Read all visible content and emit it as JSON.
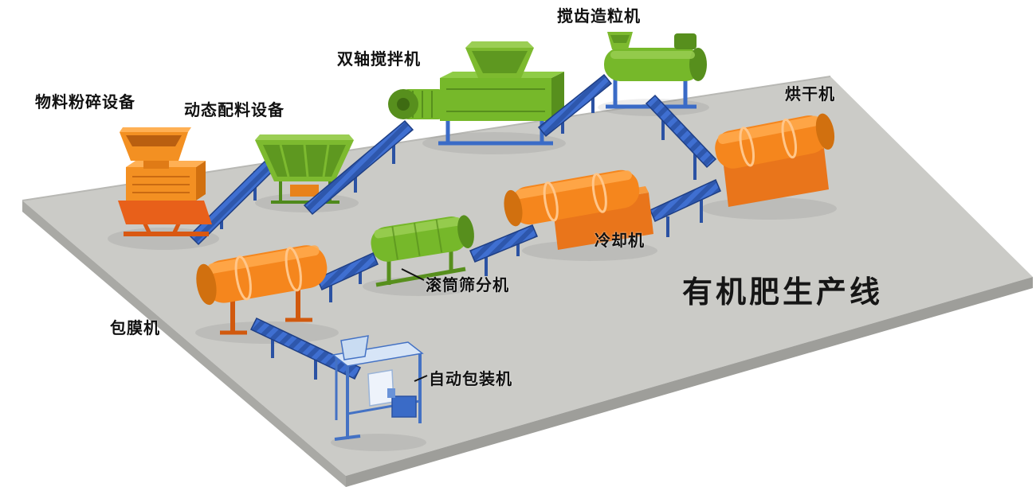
{
  "title": "有机肥生产线",
  "labels": {
    "crusher": "物料粉碎设备",
    "batching": "动态配料设备",
    "mixer": "双轴搅拌机",
    "granulator": "搅齿造粒机",
    "dryer": "烘干机",
    "cooler": "冷却机",
    "screener": "滚筒筛分机",
    "coater": "包膜机",
    "packer": "自动包装机"
  },
  "colors": {
    "platform_top": "#CBCBC7",
    "platform_edge_left": "#A9A9A5",
    "platform_edge_right": "#9E9E9A",
    "machine_orange": "#F5861D",
    "machine_orange_dark": "#D1700F",
    "machine_orange_base": "#E9751B",
    "machine_green": "#76B82A",
    "machine_green_dark": "#578F1D",
    "conveyor_blue": "#3A6BC7",
    "conveyor_blue_dark": "#2B52A3",
    "packer_light_blue": "#D7E5F7",
    "packer_frame_blue": "#4472C4",
    "label_text": "#111111"
  }
}
